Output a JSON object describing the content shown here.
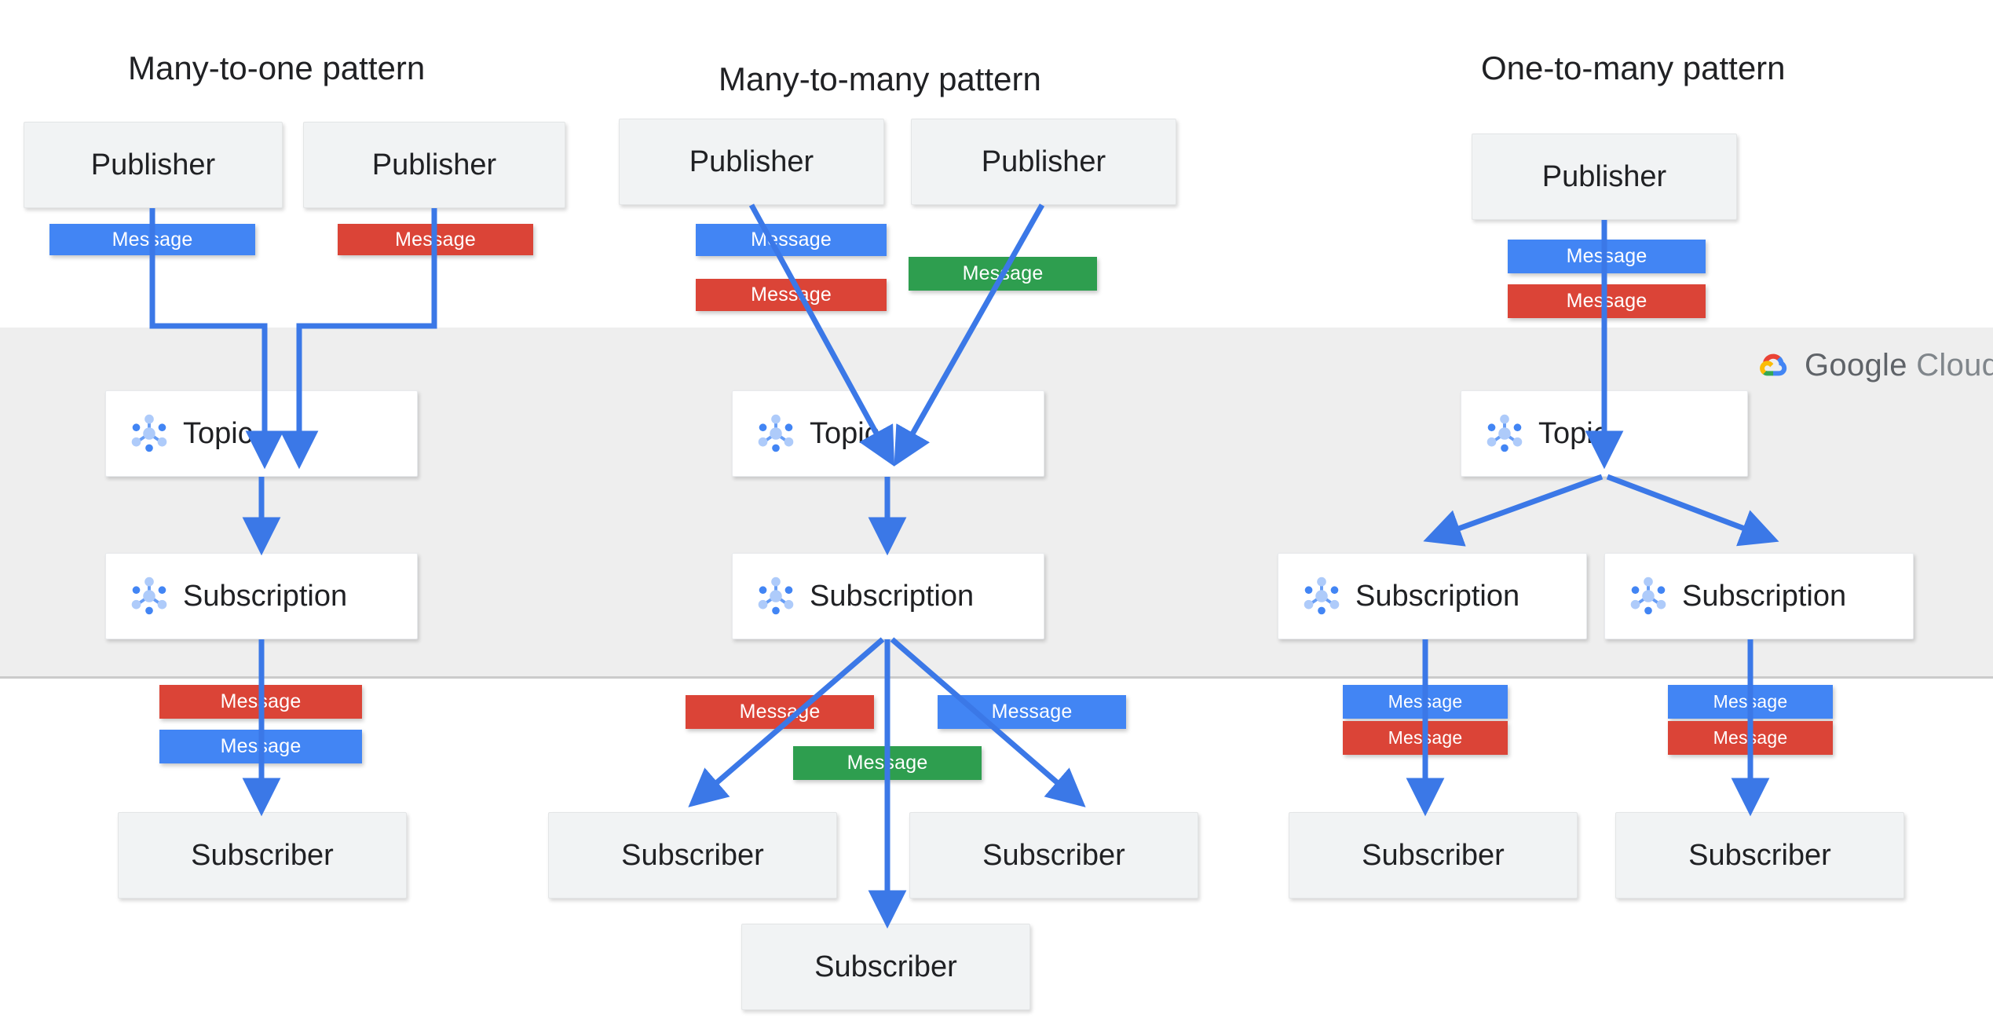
{
  "diagram": {
    "title_bar": null,
    "brand": {
      "name": "Google",
      "suffix": "Cloud",
      "logo_icon": "google-cloud-logo-icon",
      "text_color": "#5F6368"
    },
    "band": {
      "name": "google-cloud-boundary",
      "fill": "#EEEEEE",
      "border": "#CBCBCB"
    },
    "palette": {
      "message_blue": "#4285F4",
      "message_red": "#DB4437",
      "message_green": "#2E9E4F",
      "arrow_blue": "#3B78E7",
      "endpoint_fill": "#F1F3F4",
      "gcp_node_fill": "#FFFFFF",
      "icon_blue_light": "#AECBFA",
      "icon_blue_mid": "#669DF6",
      "icon_blue_dark": "#4285F4"
    },
    "columns": [
      {
        "id": "many-to-one",
        "title": "Many-to-one pattern",
        "publishers": [
          "Publisher",
          "Publisher"
        ],
        "in_messages": [
          {
            "label": "Message",
            "color": "blue"
          },
          {
            "label": "Message",
            "color": "red"
          }
        ],
        "topic": {
          "label": "Topic",
          "icon": "pubsub-topic-icon"
        },
        "subscriptions": [
          {
            "label": "Subscription",
            "icon": "pubsub-subscription-icon"
          }
        ],
        "out_messages": [
          {
            "label": "Message",
            "color": "red"
          },
          {
            "label": "Message",
            "color": "blue"
          }
        ],
        "subscribers": [
          "Subscriber"
        ]
      },
      {
        "id": "many-to-many",
        "title": "Many-to-many  pattern",
        "publishers": [
          "Publisher",
          "Publisher"
        ],
        "in_messages": [
          {
            "label": "Message",
            "color": "blue"
          },
          {
            "label": "Message",
            "color": "red"
          },
          {
            "label": "Message",
            "color": "green"
          }
        ],
        "topic": {
          "label": "Topic",
          "icon": "pubsub-topic-icon"
        },
        "subscriptions": [
          {
            "label": "Subscription",
            "icon": "pubsub-subscription-icon"
          }
        ],
        "out_messages": [
          {
            "label": "Message",
            "color": "red"
          },
          {
            "label": "Message",
            "color": "blue"
          },
          {
            "label": "Message",
            "color": "green"
          }
        ],
        "subscribers": [
          "Subscriber",
          "Subscriber",
          "Subscriber"
        ]
      },
      {
        "id": "one-to-many",
        "title": "One-to-many pattern",
        "publishers": [
          "Publisher"
        ],
        "in_messages": [
          {
            "label": "Message",
            "color": "blue"
          },
          {
            "label": "Message",
            "color": "red"
          }
        ],
        "topic": {
          "label": "Topic",
          "icon": "pubsub-topic-icon"
        },
        "subscriptions": [
          {
            "label": "Subscription",
            "icon": "pubsub-subscription-icon"
          },
          {
            "label": "Subscription",
            "icon": "pubsub-subscription-icon"
          }
        ],
        "out_messages": [
          {
            "label": "Message",
            "color": "blue"
          },
          {
            "label": "Message",
            "color": "red"
          },
          {
            "label": "Message",
            "color": "blue"
          },
          {
            "label": "Message",
            "color": "red"
          }
        ],
        "subscribers": [
          "Subscriber",
          "Subscriber"
        ]
      }
    ]
  }
}
